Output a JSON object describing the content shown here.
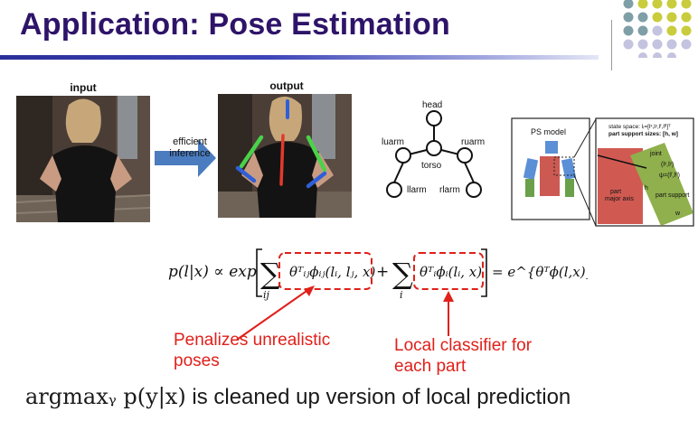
{
  "slide": {
    "title": "Application: Pose Estimation",
    "input_label": "input",
    "output_label": "output",
    "arrow_label_line1": "efficient",
    "arrow_label_line2": "inference"
  },
  "graph": {
    "nodes": [
      "head",
      "luarm",
      "ruarm",
      "torso",
      "llarm",
      "rlarm"
    ]
  },
  "ps_model": {
    "title": "PS model",
    "state_space": "state space: lᵢ=[lˣ,lʸ,lᶠ,lᶿ]ᵀ",
    "support_sizes": "part support sizes: [h, w]",
    "labels": {
      "joint": "joint",
      "l_xy": "(lˣ,lʸ)",
      "psi": "ψ=(lᶠ,lᶿ)",
      "h": "h",
      "part_major_axis_1": "part",
      "part_major_axis_2": "major axis",
      "part_support": "part support",
      "w": "w"
    }
  },
  "formula": {
    "lhs": "p(l|x) ∝ exp",
    "sum1_index": "ij",
    "term1": "θᵀᵢⱼϕᵢⱼ(lᵢ, lⱼ, x)",
    "plus": "+",
    "sum2_index": "i",
    "term2": "θᵀᵢϕᵢ(lᵢ, x)",
    "rhs": "= e^{θᵀϕ(l,x)}."
  },
  "annotations": {
    "left_line1": "Penalizes unrealistic",
    "left_line2": "poses",
    "right_line1": "Local classifier for",
    "right_line2": "each part"
  },
  "bottom": {
    "math": "argmaxᵧ p(y|x)",
    "text": " is cleaned up version of local prediction"
  },
  "colors": {
    "title": "#2e1469",
    "annotation_red": "#e0201a",
    "dots_teal": "#7f9fa7",
    "dots_yellow": "#c9cc3c",
    "dots_lavender": "#c4c3e0",
    "arrow_blue": "#4a7cbf"
  }
}
